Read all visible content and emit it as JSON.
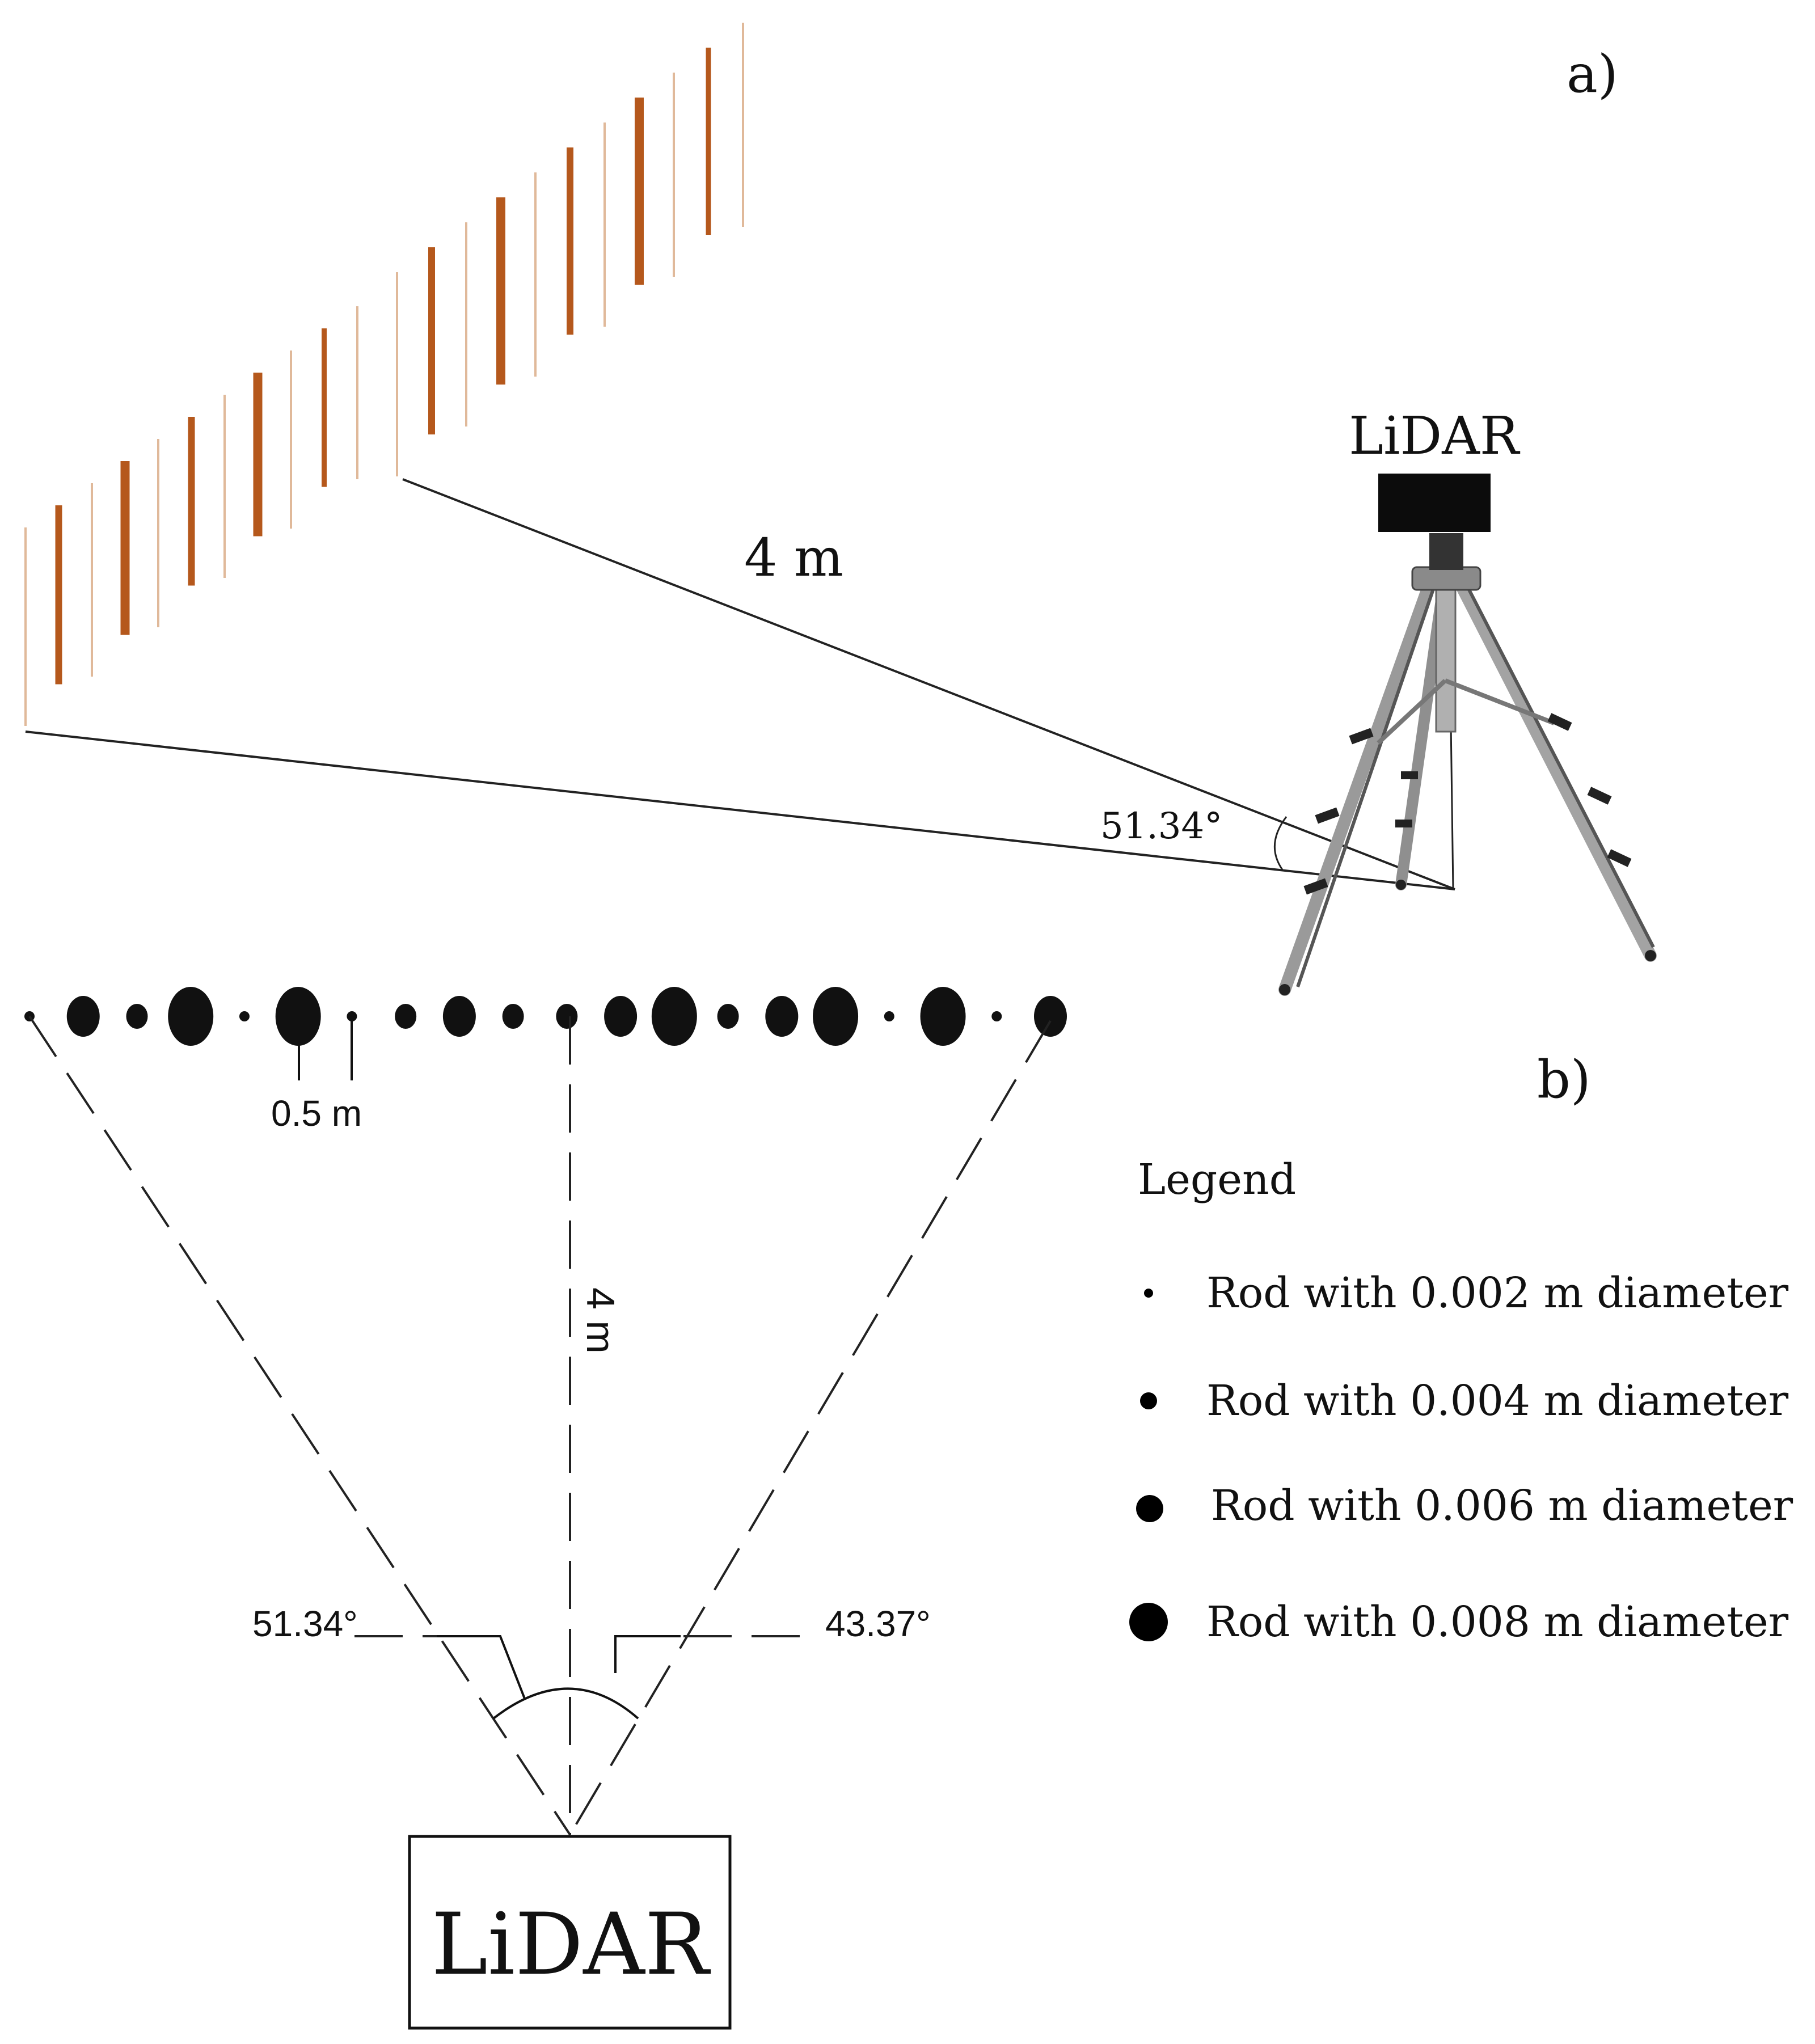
{
  "panel_a": {
    "label": "a)",
    "lidar_label": "LiDAR",
    "distance_label": "4 m",
    "angle_label": "51.34°"
  },
  "panel_b": {
    "label": "b)",
    "spacing_label": "0.5 m",
    "distance_label": "4 m",
    "left_angle_label": "51.34°",
    "right_angle_label": "43.37°",
    "lidar_box_label": "LiDAR",
    "rod_sequence": [
      "0.002",
      "0.006",
      "0.004",
      "0.008",
      "0.002",
      "0.008",
      "0.002",
      "0.004",
      "0.006",
      "0.004",
      "0.004",
      "0.006",
      "0.008",
      "0.004",
      "0.006",
      "0.008",
      "0.002",
      "0.008",
      "0.002",
      "0.006"
    ]
  },
  "legend": {
    "title": "Legend",
    "items": [
      {
        "diameter": "0.002",
        "label": "Rod with 0.002 m diameter"
      },
      {
        "diameter": "0.004",
        "label": "Rod with 0.004 m diameter"
      },
      {
        "diameter": "0.006",
        "label": "Rod with 0.006 m diameter"
      },
      {
        "diameter": "0.008",
        "label": "Rod with 0.008 m diameter"
      }
    ]
  },
  "colors": {
    "rod_dark": "#b5581c",
    "rod_light": "#e0b99a",
    "ink": "#111111"
  }
}
